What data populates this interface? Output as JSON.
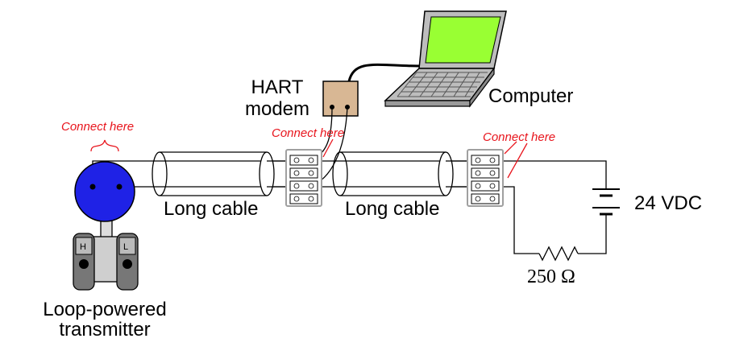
{
  "labels": {
    "hart_modem": [
      "HART",
      "modem"
    ],
    "computer": "Computer",
    "connect_here": "Connect here",
    "long_cable": "Long cable",
    "supply_voltage": "24 VDC",
    "resistor": "250 Ω",
    "transmitter": [
      "Loop-powered",
      "transmitter"
    ],
    "port_high": "H",
    "port_low": "L"
  },
  "colors": {
    "wire": "#000000",
    "annotation_red": "#e8141c",
    "transmitter_body": "#1f22e6",
    "modem_body": "#d8b794",
    "laptop_screen": "#99ff33",
    "laptop_body": "#bdbdbd",
    "terminal_block_outline": "#a0a0a0",
    "flange_grey": "#777777"
  }
}
